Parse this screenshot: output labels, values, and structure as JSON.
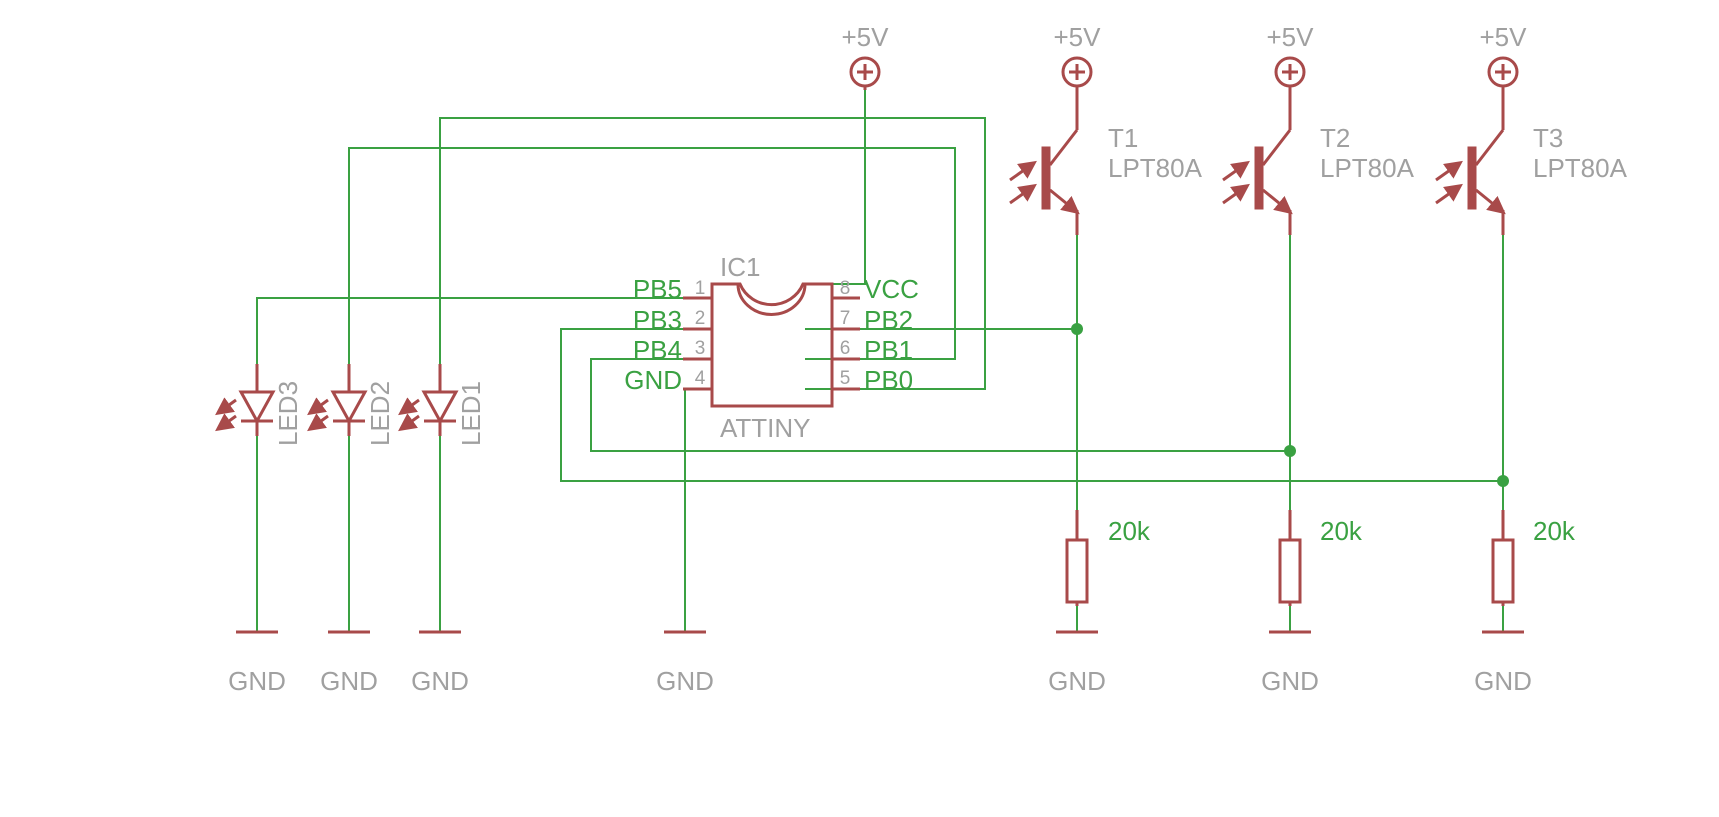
{
  "ic": {
    "name": "IC1",
    "value": "ATTINY",
    "pins": [
      {
        "num": "1",
        "name": "PB5"
      },
      {
        "num": "2",
        "name": "PB3"
      },
      {
        "num": "3",
        "name": "PB4"
      },
      {
        "num": "4",
        "name": "GND"
      },
      {
        "num": "8",
        "name": "VCC"
      },
      {
        "num": "7",
        "name": "PB2"
      },
      {
        "num": "6",
        "name": "PB1"
      },
      {
        "num": "5",
        "name": "PB0"
      }
    ]
  },
  "supply": {
    "label": "+5V"
  },
  "ground": {
    "label": "GND"
  },
  "transistors": [
    {
      "name": "T1",
      "value": "LPT80A"
    },
    {
      "name": "T2",
      "value": "LPT80A"
    },
    {
      "name": "T3",
      "value": "LPT80A"
    }
  ],
  "resistors": [
    {
      "value": "20k"
    },
    {
      "value": "20k"
    },
    {
      "value": "20k"
    }
  ],
  "leds": [
    {
      "name": "LED3"
    },
    {
      "name": "LED2"
    },
    {
      "name": "LED1"
    }
  ],
  "colors": {
    "wire": "#3aa142",
    "part": "#a84a4a",
    "label": "#a0a0a0"
  }
}
